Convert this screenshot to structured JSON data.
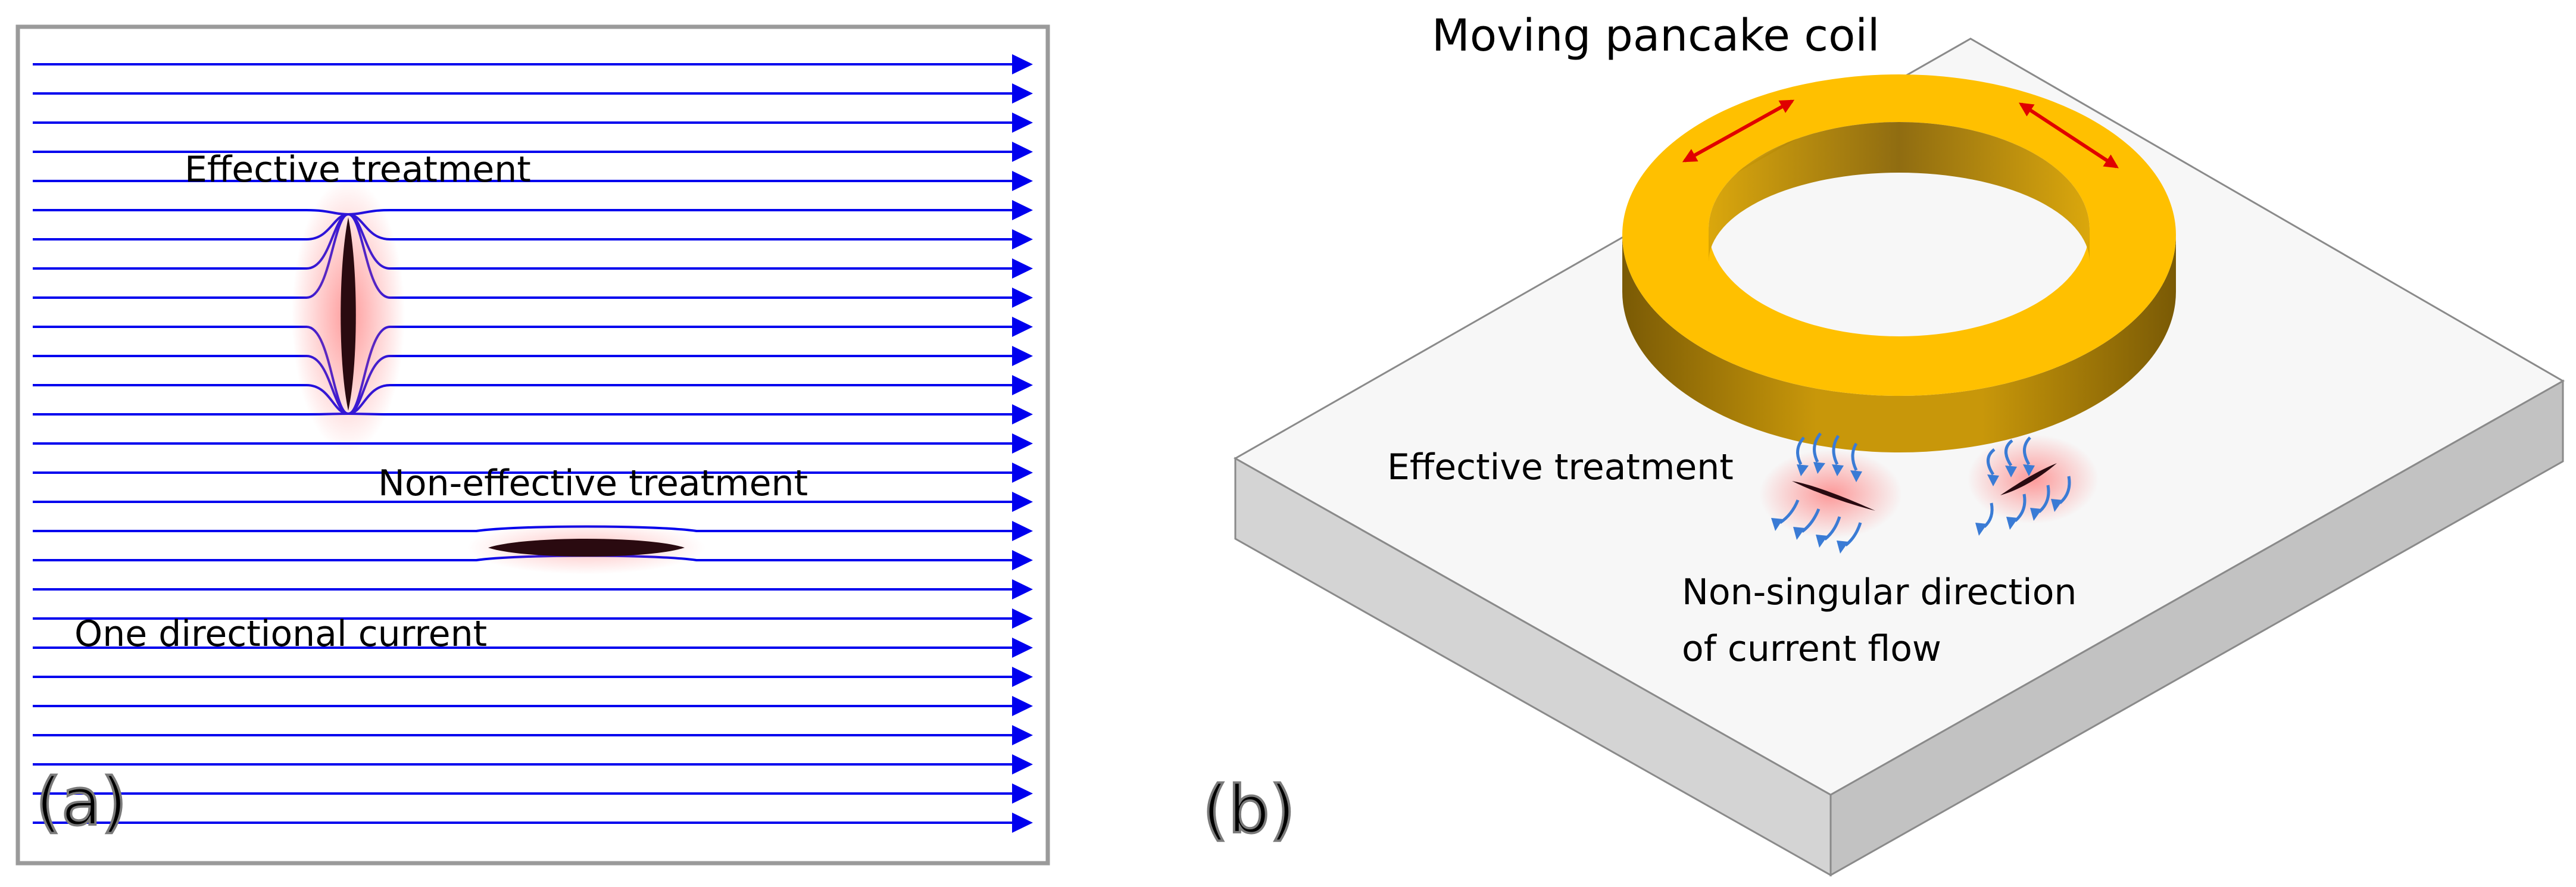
{
  "panel_a": {
    "label": "(a)",
    "effective_label": "Effective treatment",
    "non_effective_label": "Non-effective treatment",
    "current_label": "One directional current",
    "line_color": "#0000ee",
    "crack_color": "#2a0a10",
    "glow_color": "#ff8080"
  },
  "panel_b": {
    "label": "(b)",
    "coil_label": "Moving pancake coil",
    "effective_label": "Effective treatment",
    "flow_label_line1": "Non-singular direction",
    "flow_label_line2": "of current flow",
    "coil_color": "#ffc000",
    "coil_side_color": "#b8860b",
    "arrow_color": "#e00000",
    "current_arrow_color": "#3a7bd5",
    "plate_top_color": "#f7f7f7",
    "plate_side_color": "#d2d2d2"
  }
}
